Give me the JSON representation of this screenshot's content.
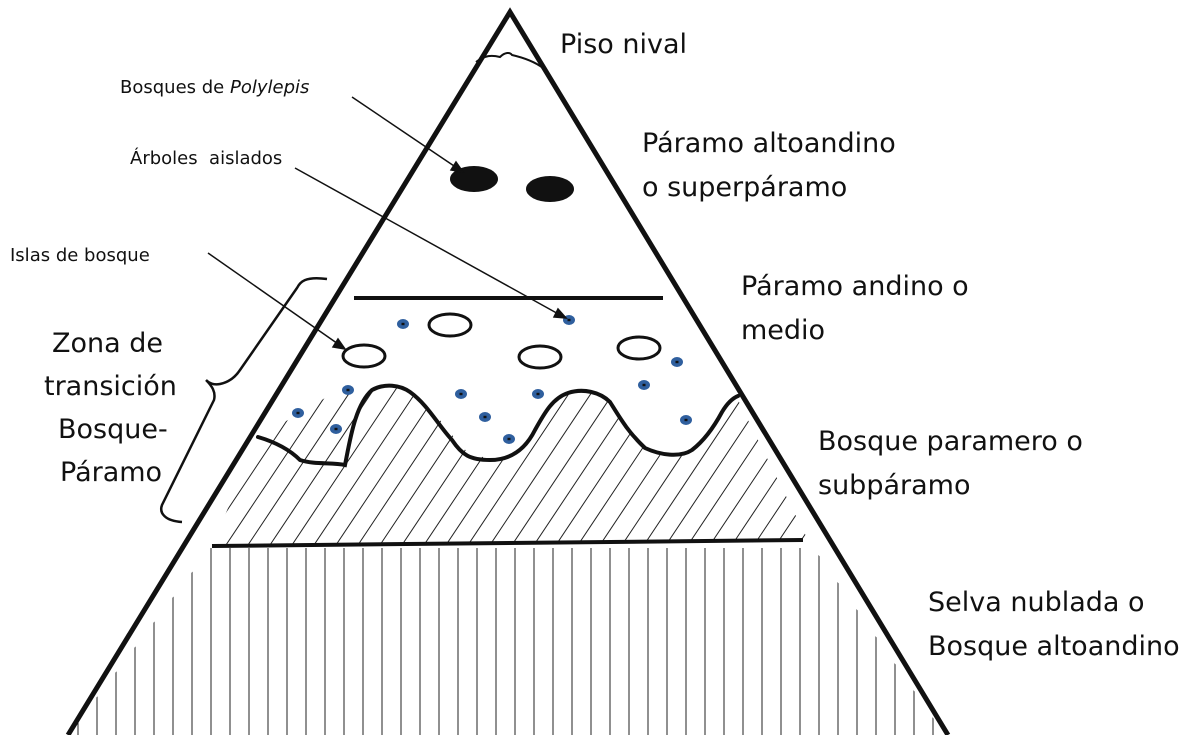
{
  "labels": {
    "piso_nival": "Piso nival",
    "bosques_polylepis_prefix": "Bosques de ",
    "bosques_polylepis_genus": "Polylepis",
    "arboles_aislados": "Árboles  aislados",
    "islas_bosque": "Islas de bosque",
    "paramo_altoandino_1": "Páramo altoandino",
    "paramo_altoandino_2": "o superpáramo",
    "paramo_andino_1": "Páramo andino o",
    "paramo_andino_2": "medio",
    "zona_transicion_1": "Zona de",
    "zona_transicion_2": "transición",
    "zona_transicion_3": "Bosque-",
    "zona_transicion_4": "Páramo",
    "bosque_paramero_1": "Bosque paramero o",
    "bosque_paramero_2": "subpáramo",
    "selva_nublada_1": "Selva nublada o",
    "selva_nublada_2": "Bosque altoandino"
  },
  "colors": {
    "line": "#111111",
    "dot": "#2f5f9e",
    "background": "#ffffff"
  }
}
